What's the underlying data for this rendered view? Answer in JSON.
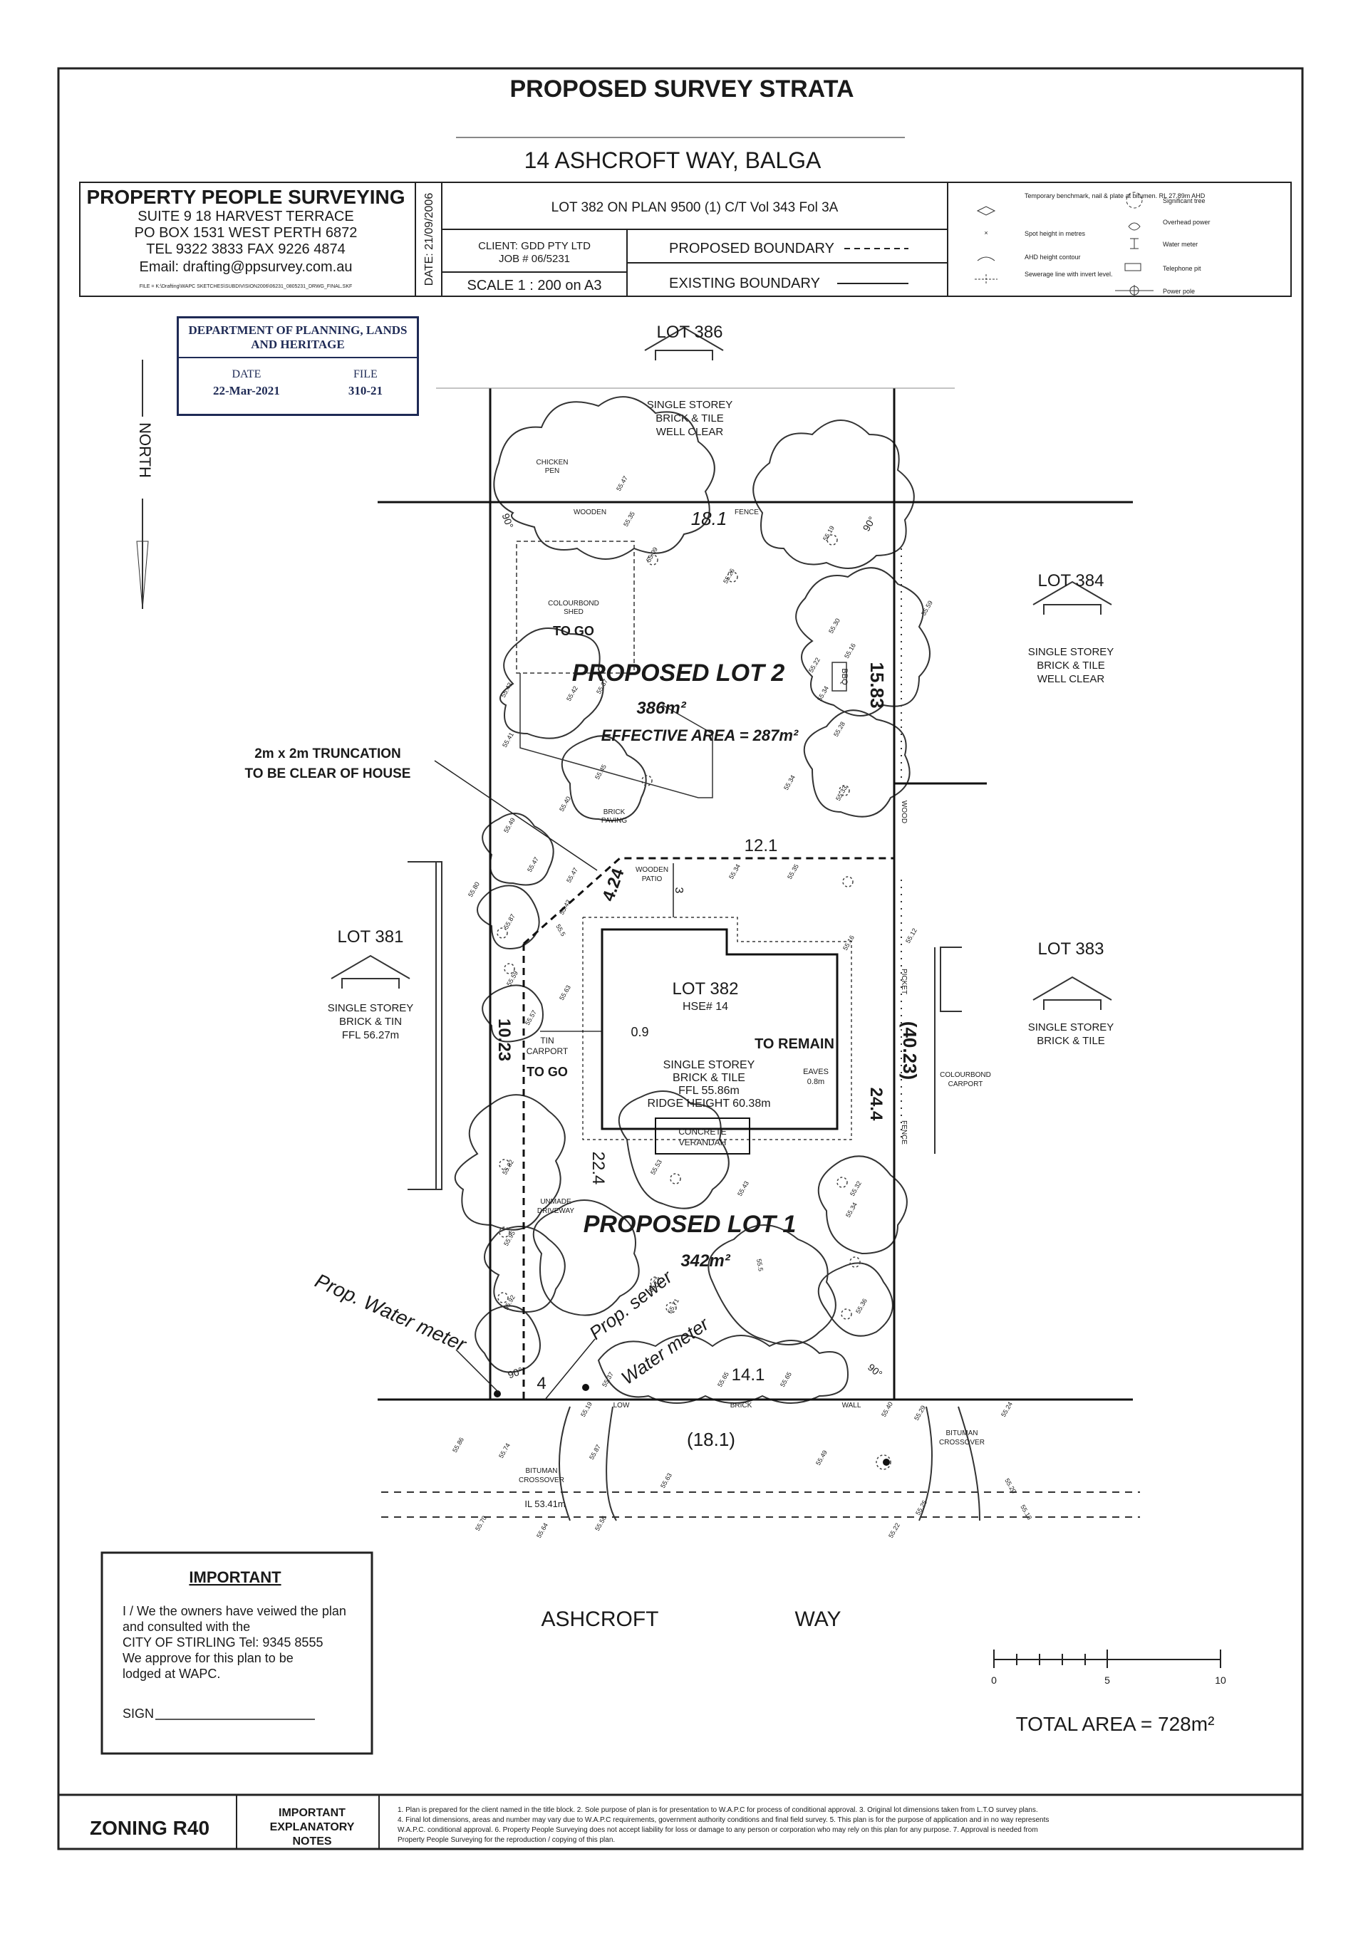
{
  "header": {
    "title": "PROPOSED SURVEY STRATA",
    "address": "14 ASHCROFT WAY, BALGA"
  },
  "surveyor": {
    "name": "PROPERTY PEOPLE SURVEYING",
    "address1": "SUITE 9 18 HARVEST TERRACE",
    "address2": "PO BOX 1531 WEST PERTH 6872",
    "phone": "TEL 9322 3833   FAX 9226 4874",
    "email": "Email: drafting@ppsurvey.com.au",
    "file_path": "FILE = K:\\Drafting\\WAPC SKETCHES\\SUBDIVISION2006\\06231_0805231_DRWG_FINAL.SKF",
    "date": "DATE: 21/09/2006"
  },
  "title_block": {
    "lot_ref": "LOT 382 ON PLAN 9500 (1)  C/T Vol 343 Fol 3A",
    "client": "CLIENT: GDD PTY LTD",
    "job": "JOB # 06/5231",
    "scale": "SCALE 1 : 200 on A3",
    "proposed_boundary": "PROPOSED BOUNDARY",
    "existing_boundary": "EXISTING BOUNDARY"
  },
  "legend": [
    {
      "icon": "benchmark-icon",
      "label": "Temporary benchmark, nail & plate at bitumen. RL 27.89m AHD"
    },
    {
      "icon": "spot-height-icon",
      "label": "Spot height in metres"
    },
    {
      "icon": "contour-icon",
      "label": "AHD height contour"
    },
    {
      "icon": "sewer-icon",
      "label": "Sewerage line with invert level."
    },
    {
      "icon": "tree-icon",
      "label": "Significant tree"
    },
    {
      "icon": "overhead-power-icon",
      "label": "Overhead power"
    },
    {
      "icon": "water-meter-icon",
      "label": "Water meter"
    },
    {
      "icon": "telephone-pit-icon",
      "label": "Telephone pit"
    },
    {
      "icon": "power-pole-icon",
      "label": "Power pole"
    }
  ],
  "stamp": {
    "department": "DEPARTMENT OF PLANNING, LANDS AND HERITAGE",
    "date_label": "DATE",
    "date_value": "22-Mar-2021",
    "file_label": "FILE",
    "file_value": "310-21"
  },
  "north": "NORTH",
  "neighbours": {
    "lot386": {
      "label": "LOT 386",
      "desc": [
        "SINGLE STOREY",
        "BRICK & TILE",
        "WELL CLEAR"
      ]
    },
    "lot384": {
      "label": "LOT 384",
      "desc": [
        "SINGLE STOREY",
        "BRICK & TILE",
        "WELL CLEAR"
      ]
    },
    "lot381": {
      "label": "LOT 381",
      "desc": [
        "SINGLE STOREY",
        "BRICK & TIN",
        "FFL 56.27m"
      ]
    },
    "lot383": {
      "label": "LOT 383",
      "desc": [
        "SINGLE STOREY",
        "BRICK & TILE"
      ]
    }
  },
  "lot2": {
    "title": "PROPOSED LOT 2",
    "area": "386m²",
    "effective": "EFFECTIVE AREA = 287m²",
    "north_dim": "18.1",
    "east_dim": "15.83",
    "south_dim": "12.1"
  },
  "lot1": {
    "title": "PROPOSED LOT 1",
    "area": "342m²",
    "west_dim": "22.4",
    "east_dim": "24.4",
    "south_dim": "14.1",
    "south_orig": "(18.1)",
    "east_orig": "(40.23)",
    "west_total": "10.23",
    "setback": "4"
  },
  "house": {
    "lot": "LOT 382",
    "hse": "HSE# 14",
    "remain": "TO REMAIN",
    "desc": [
      "SINGLE STOREY",
      "BRICK & TILE",
      "FFL 55.86m",
      "RIDGE HEIGHT 60.38m"
    ],
    "eaves": [
      "EAVES",
      "0.8m"
    ],
    "gap": "0.9",
    "verandah": [
      "CONCRETE",
      "VERANDAH"
    ]
  },
  "features": {
    "chicken_pen": [
      "CHICKEN",
      "PEN"
    ],
    "shed": [
      "COLOURBOND",
      "SHED"
    ],
    "to_go": "TO GO",
    "bbq": "BBQ",
    "brick_paving": [
      "BRICK",
      "PAVING"
    ],
    "patio": [
      "WOODEN",
      "PATIO"
    ],
    "patio_dim": "3",
    "truncation_dim": "4.24",
    "carport": [
      "TIN",
      "CARPORT"
    ],
    "driveway": [
      "UNMADE",
      "DRIVEWAY"
    ],
    "colourbond_carport": [
      "COLOURBOND",
      "CARPORT"
    ],
    "wooden_fence_a": "WOODEN",
    "wooden_fence_b": "FENCE",
    "wood": "WOOD",
    "picket": "PICKET",
    "fence": "FENCE",
    "low": "LOW",
    "brick": "BRICK",
    "wall": "WALL",
    "bitumen_crossover_a": [
      "BITUMAN",
      "CROSSOVER"
    ],
    "bitumen_crossover_b": [
      "BITUMAN",
      "CROSSOVER"
    ],
    "invert": "IL 53.41m",
    "angle": "90°"
  },
  "truncation_note": [
    "2m x 2m TRUNCATION",
    "TO BE CLEAR OF HOUSE"
  ],
  "handwritten": {
    "water_meter_1": "Prop. Water meter",
    "sewer": "Prop. sewer",
    "water_meter_2": "Water meter"
  },
  "spot_heights": [
    "55.47",
    "55.35",
    "55.09",
    "55.26",
    "55.19",
    "55.59",
    "55.30",
    "55.22",
    "55.16",
    "55.34",
    "55.28",
    "55.43",
    "55.42",
    "55.37",
    "55.41",
    "55.45",
    "55.40",
    "55.49",
    "55.47",
    "55.47",
    "55.43",
    "55.5",
    "55.34",
    "55.35",
    "55.16",
    "55.12",
    "55.33",
    "55.34",
    "55.80",
    "55.87",
    "55.59",
    "55.57",
    "55.63",
    "55.53",
    "55.43",
    "55.32",
    "55.34",
    "55.36",
    "55.82",
    "55.95",
    "55.92",
    "55.77",
    "55.71",
    "55.65",
    "55.37",
    "55.65",
    "55.19",
    "55.87",
    "55.63",
    "55.49",
    "55.40",
    "55.29",
    "55.24",
    "55.74",
    "55.86",
    "55.70",
    "55.64",
    "55.56",
    "55.22",
    "55.25",
    "55.20",
    "55.13",
    "55.5"
  ],
  "street": {
    "name1": "ASHCROFT",
    "name2": "WAY"
  },
  "important": {
    "title": "IMPORTANT",
    "lines": [
      "I / We the owners have veiwed the plan",
      "and consulted with the",
      "CITY OF STIRLING  Tel: 9345 8555",
      "We approve for this plan to be",
      "lodged at WAPC."
    ],
    "sign": "SIGN"
  },
  "scale_bar": {
    "ticks": [
      "0",
      "5",
      "10"
    ]
  },
  "total_area": "TOTAL AREA = 728m²",
  "footer": {
    "zoning": "ZONING R40",
    "notes_title": [
      "IMPORTANT",
      "EXPLANATORY",
      "NOTES"
    ],
    "notes": [
      "1. Plan is prepared for the client named in the title block.  2. Sole purpose of plan is for presentation to W.A.P.C for process of conditional approval.  3. Original lot dimensions taken from L.T.O survey plans.",
      "4. Final lot dimensions, areas and number may vary due to W.A.P.C requirements, government authority conditions and final field survey.  5. This plan is for the purpose of application and in no way represents",
      "W.A.P.C. conditional approval.  6. Property People Surveying does not accept liability for loss or damage to any person or corporation who may rely on this plan for any purpose.  7. Approval is needed from",
      "Property People Surveying for the reproduction / copying of this plan."
    ]
  },
  "colors": {
    "ink": "#1a1a1a",
    "stamp": "#1e2a55",
    "tree": "#333333"
  }
}
